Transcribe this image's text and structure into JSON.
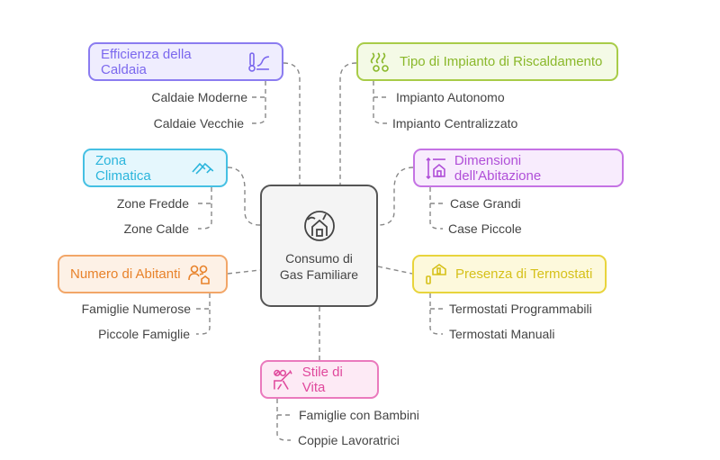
{
  "center": {
    "title": "Consumo di Gas Familiare",
    "icon": "house-gas-icon"
  },
  "branches": [
    {
      "label": "Efficienza della Caldaia",
      "icon": "thermometer-chart-icon",
      "color": "#7b68ee",
      "items": [
        "Caldaie Moderne",
        "Caldaie Vecchie"
      ]
    },
    {
      "label": "Tipo di Impianto di Riscaldamento",
      "icon": "heat-waves-icon",
      "color": "#8ab82a",
      "items": [
        "Impianto Autonomo",
        "Impianto Centralizzato"
      ]
    },
    {
      "label": "Zona Climatica",
      "icon": "mountains-icon",
      "color": "#2bb5dc",
      "items": [
        "Zone Fredde",
        "Zone Calde"
      ]
    },
    {
      "label": "Dimensioni dell'Abitazione",
      "icon": "house-dimensions-icon",
      "color": "#b04fd8",
      "items": [
        "Case Grandi",
        "Case Piccole"
      ]
    },
    {
      "label": "Numero di Abitanti",
      "icon": "people-home-icon",
      "color": "#e8822a",
      "items": [
        "Famiglie Numerose",
        "Piccole Famiglie"
      ]
    },
    {
      "label": "Presenza di Termostati",
      "icon": "thermostat-house-icon",
      "color": "#d6c11a",
      "items": [
        "Termostati Programmabili",
        "Termostati Manuali"
      ]
    },
    {
      "label": "Stile di Vita",
      "icon": "family-activity-icon",
      "color": "#e0489c",
      "items": [
        "Famiglie con Bambini",
        "Coppie Lavoratrici"
      ]
    }
  ]
}
